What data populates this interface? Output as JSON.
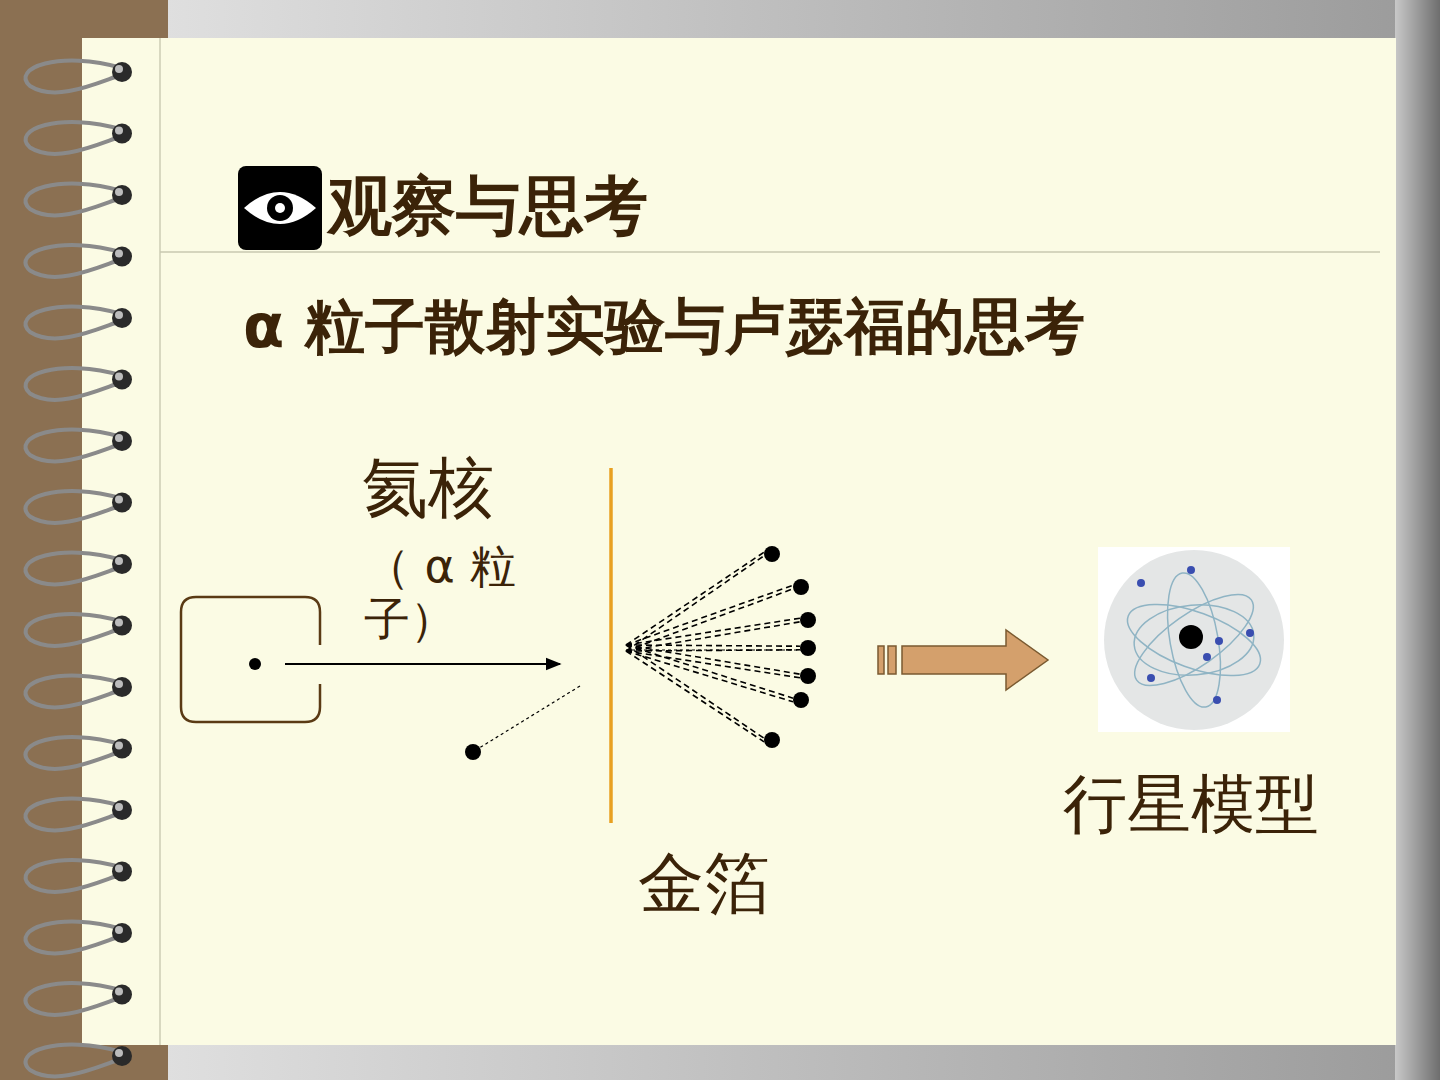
{
  "diagram": {
    "title": "观察与思考",
    "labels": [
      "α 粒子散射实验与卢瑟福的思考",
      "氦核",
      "（ α 粒子）",
      "金箔",
      "行星模型"
    ]
  }
}
